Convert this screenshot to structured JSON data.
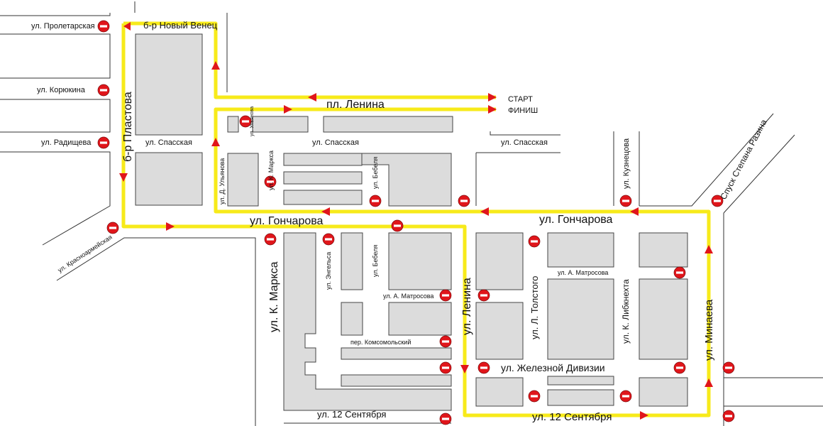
{
  "map": {
    "start_label": "СТАРТ",
    "finish_label": "ФИНИШ",
    "colors": {
      "route": "#f7ea1a",
      "route_arrow": "#e0161b",
      "no_entry": "#e0161b",
      "block_fill": "#dcdcdc",
      "block_stroke": "#444444"
    },
    "streets": {
      "proletarskaya": "ул. Пролетарская",
      "novy_venets": "б-р Новый Венец",
      "koryukina": "ул. Корюкина",
      "radishcheva": "ул. Радищева",
      "plastova": "б-р Пластова",
      "spasskaya_left": "ул. Спасская",
      "spasskaya_mid": "ул. Спасская",
      "spasskaya_right": "ул. Спасская",
      "lenin_sq": "пл. Ленина",
      "ulyanova_small": "ул. Д. Ульянова",
      "ulyanova_top": "ул. Ульянова",
      "marksa_small": "ул. К. Маркса",
      "bebelya_top": "ул. Бебеля",
      "kuznetsova": "ул. Кузнецова",
      "stepan_razin": "Спуск Степана Разина",
      "goncharova_left": "ул. Гончарова",
      "goncharova_right": "ул. Гончарова",
      "krasnoarmeyskaya": "ул. Красноармейская",
      "marksa_big": "ул. К. Маркса",
      "engelsa": "ул. Энгельса",
      "bebelya_bottom": "ул. Бебеля",
      "matrosova_left": "ул. А. Матросова",
      "matrosova_right": "ул. А. Матросова",
      "lenina": "ул. Ленина",
      "tolstogo": "ул. Л. Толстого",
      "liebknecht": "ул. К. Либкнехта",
      "minaeva": "ул. Минаева",
      "komsomolsky": "пер. Комсомольский",
      "zheleznoy": "ул. Железной Дивизии",
      "sept12_left": "ул. 12 Сентября",
      "sept12_right": "ул. 12 Сентября"
    }
  }
}
